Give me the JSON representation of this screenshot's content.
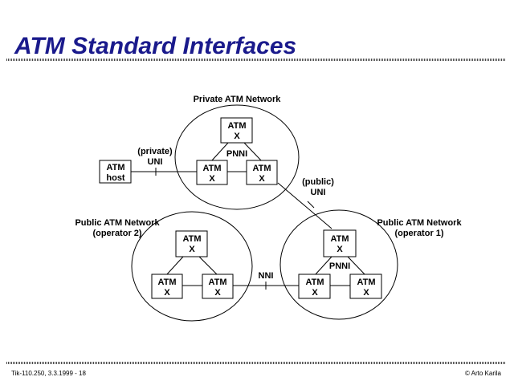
{
  "title": "ATM Standard Interfaces",
  "footer": {
    "left": "Tik-110.250, 3.3.1999 - 18",
    "right": "© Arto Karila"
  },
  "diagram": {
    "node_line1": "ATM",
    "node_line2": "X",
    "host_line1": "ATM",
    "host_line2": "host",
    "private_network": "Private ATM Network",
    "public_network_1_line1": "Public ATM Network",
    "public_network_1_line2": "(operator 1)",
    "public_network_2_line1": "Public ATM Network",
    "public_network_2_line2": "(operator 2)",
    "pnni": "PNNI",
    "nni": "NNI",
    "private_uni_line1": "(private)",
    "private_uni_line2": "UNI",
    "public_uni_line1": "(public)",
    "public_uni_line2": "UNI"
  }
}
